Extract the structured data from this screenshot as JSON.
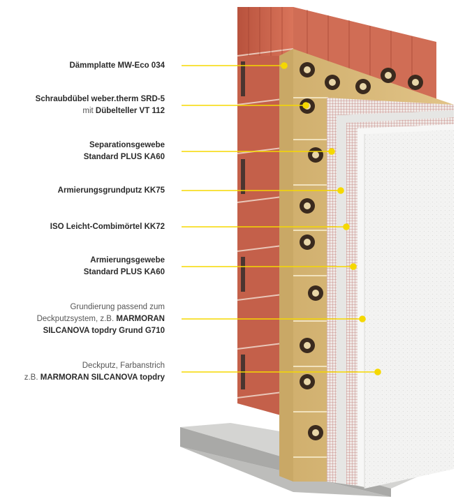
{
  "colors": {
    "leader": "#f5d800",
    "brick": "#c9634a",
    "insulation": "#d8b978",
    "plaster": "#ecebe8",
    "mesh": "#c98a86",
    "finish": "#f4f4f3",
    "concrete": "#b9b9b7"
  },
  "labels": [
    {
      "id": "daemmplatte",
      "lines": [
        [
          {
            "t": "Dämmplatte MW-Eco 034",
            "b": true
          }
        ]
      ]
    },
    {
      "id": "schraubduebel",
      "lines": [
        [
          {
            "t": "Schraubdübel weber.therm SRD-5",
            "b": true
          }
        ],
        [
          {
            "t": "mit ",
            "b": false
          },
          {
            "t": "Dübelteller VT 112",
            "b": true
          }
        ]
      ]
    },
    {
      "id": "separationsgewebe",
      "lines": [
        [
          {
            "t": "Separationsgewebe",
            "b": true
          }
        ],
        [
          {
            "t": "Standard PLUS KA60",
            "b": true
          }
        ]
      ]
    },
    {
      "id": "armierungsgrundputz",
      "lines": [
        [
          {
            "t": "Armierungsgrundputz KK75",
            "b": true
          }
        ]
      ]
    },
    {
      "id": "iso-combimoertel",
      "lines": [
        [
          {
            "t": "ISO Leicht-Combimörtel KK72",
            "b": true
          }
        ]
      ]
    },
    {
      "id": "armierungsgewebe",
      "lines": [
        [
          {
            "t": "Armierungsgewebe",
            "b": true
          }
        ],
        [
          {
            "t": "Standard PLUS KA60",
            "b": true
          }
        ]
      ]
    },
    {
      "id": "grundierung",
      "lines": [
        [
          {
            "t": "Grundierung passend zum",
            "b": false
          }
        ],
        [
          {
            "t": "Deckputzsystem, z.B. ",
            "b": false
          },
          {
            "t": "MARMORAN",
            "b": true
          }
        ],
        [
          {
            "t": "SILCANOVA topdry Grund G710",
            "b": true
          }
        ]
      ]
    },
    {
      "id": "deckputz",
      "lines": [
        [
          {
            "t": "Deckputz, Farbanstrich",
            "b": false
          }
        ],
        [
          {
            "t": "z.B. ",
            "b": false
          },
          {
            "t": "MARMORAN SILCANOVA topdry",
            "b": true
          }
        ]
      ]
    }
  ]
}
